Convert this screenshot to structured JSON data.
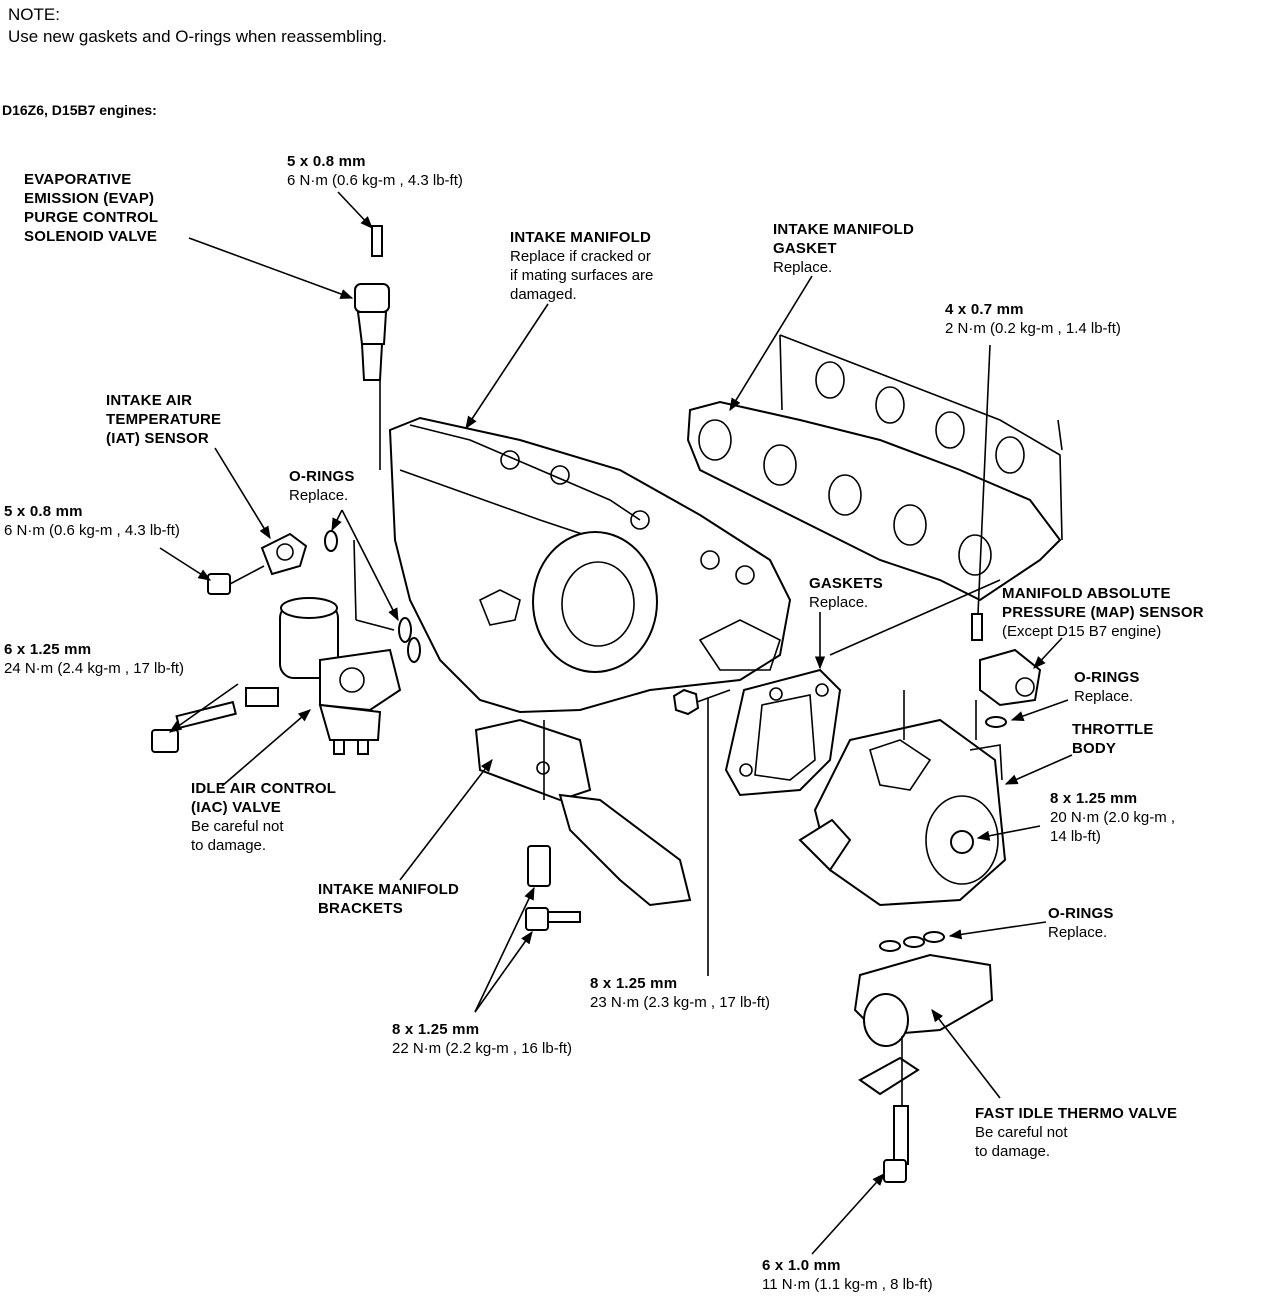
{
  "note": {
    "title": "NOTE:",
    "text": "Use new gaskets and O-rings when reassembling."
  },
  "engines": "D16Z6, D15B7 engines:",
  "labels": {
    "evap_spec": {
      "size": "5 x 0.8 mm",
      "torque": "6 N·m (0.6 kg-m , 4.3 lb-ft)"
    },
    "evap": {
      "l1": "EVAPORATIVE",
      "l2": "EMISSION (EVAP)",
      "l3": "PURGE CONTROL",
      "l4": "SOLENOID VALVE"
    },
    "intake_manifold": {
      "title": "INTAKE MANIFOLD",
      "l1": "Replace if cracked or",
      "l2": "if mating surfaces  are",
      "l3": "damaged."
    },
    "manifold_gasket": {
      "l1": "INTAKE MANIFOLD",
      "l2": "GASKET",
      "l3": "Replace."
    },
    "spec_4x07": {
      "size": "4 x 0.7 mm",
      "torque": "2  N·m (0.2  kg-m , 1.4  lb-ft)"
    },
    "iat": {
      "l1": "INTAKE AIR",
      "l2": "TEMPERATURE",
      "l3": "(IAT) SENSOR"
    },
    "orings_1": {
      "title": "O-RINGS",
      "sub": "Replace."
    },
    "iat_spec": {
      "size": "5 x 0.8 mm",
      "torque": "6  N·m (0.6  kg-m , 4.3  lb-ft)"
    },
    "gaskets": {
      "title": "GASKETS",
      "sub": "Replace."
    },
    "map": {
      "l1": "MANIFOLD ABSOLUTE",
      "l2": "PRESSURE (MAP) SENSOR",
      "l3": "(Except D15 B7 engine)"
    },
    "iac_spec": {
      "size": "6 x 1.25 mm",
      "torque": "24  N·m (2.4  kg-m , 17  lb-ft)"
    },
    "orings_2": {
      "title": "O-RINGS",
      "sub": "Replace."
    },
    "throttle": {
      "l1": "THROTTLE",
      "l2": "BODY"
    },
    "throttle_spec": {
      "size": "8 x 1.25 mm",
      "torque1": "20  N·m (2.0  kg-m ,",
      "torque2": "14  lb-ft)"
    },
    "iac": {
      "l1": "IDLE AIR CONTROL",
      "l2": "(IAC) VALVE",
      "l3": "Be careful not",
      "l4": "to damage."
    },
    "brackets": {
      "l1": "INTAKE MANIFOLD",
      "l2": "BRACKETS"
    },
    "orings_3": {
      "title": "O-RINGS",
      "sub": "Replace."
    },
    "spec_23": {
      "size": "8 x 1.25 mm",
      "torque": "23  N·m (2.3  kg-m , 17  lb-ft)"
    },
    "spec_22": {
      "size": "8 x 1.25 mm",
      "torque": "22  N·m (2.2  kg-m , 16  lb-ft)"
    },
    "fast_idle": {
      "title": "FAST IDLE THERMO VALVE",
      "l1": "Be careful not",
      "l2": "to damage."
    },
    "spec_11": {
      "size": "6 x 1.0 mm",
      "torque": "11  N·m (1.1  kg-m , 8  lb-ft)"
    }
  }
}
